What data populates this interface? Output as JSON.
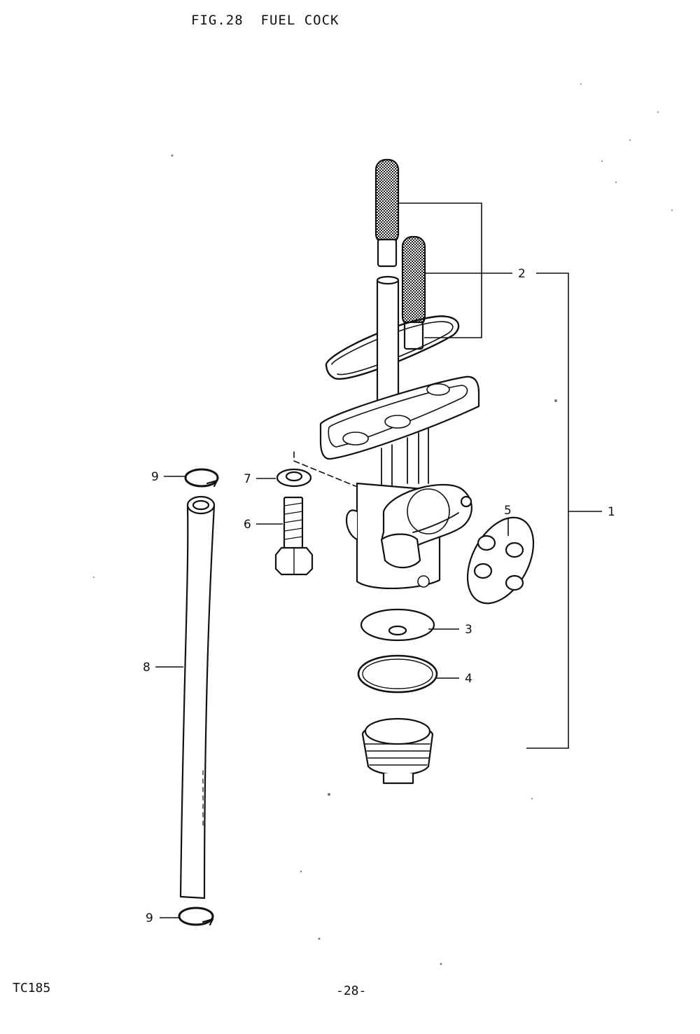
{
  "title": "FIG.28  FUEL COCK",
  "footer": {
    "model": "TC185",
    "page": "-28-"
  },
  "callouts": {
    "c1": "1",
    "c2": "2",
    "c3": "3",
    "c4": "4",
    "c5": "5",
    "c6": "6",
    "c7": "7",
    "c8": "8",
    "c9a": "9",
    "c9b": "9"
  }
}
